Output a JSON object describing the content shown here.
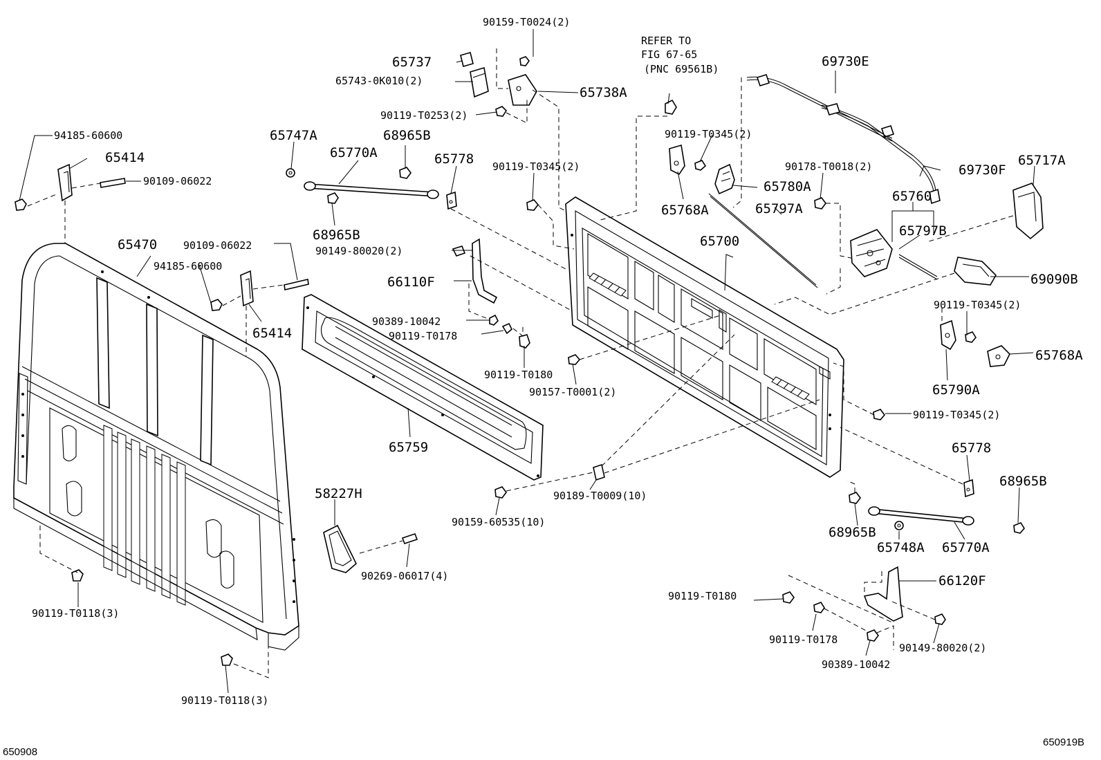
{
  "figure": {
    "code_left": "650908",
    "code_right": "650919B",
    "refer_note": [
      "REFER TO",
      "FIG 67-65",
      "(PNC 69561B)"
    ]
  },
  "labels": [
    {
      "id": "l1",
      "text": "90159-T0024(2)",
      "size": "small"
    },
    {
      "id": "l2",
      "text": "65737",
      "size": "big"
    },
    {
      "id": "l3",
      "text": "65743-0K010(2)",
      "size": "small"
    },
    {
      "id": "l4",
      "text": "65738A",
      "size": "big"
    },
    {
      "id": "l5",
      "text": "90119-T0253(2)",
      "size": "small"
    },
    {
      "id": "l6",
      "text": "94185-60600",
      "size": "small"
    },
    {
      "id": "l7",
      "text": "65414",
      "size": "big"
    },
    {
      "id": "l8",
      "text": "90109-06022",
      "size": "small"
    },
    {
      "id": "l9",
      "text": "65747A",
      "size": "big"
    },
    {
      "id": "l10",
      "text": "65770A",
      "size": "big"
    },
    {
      "id": "l11",
      "text": "68965B",
      "size": "big"
    },
    {
      "id": "l12",
      "text": "65778",
      "size": "big"
    },
    {
      "id": "l13",
      "text": "68965B",
      "size": "big"
    },
    {
      "id": "l14",
      "text": "90119-T0345(2)",
      "size": "small"
    },
    {
      "id": "l15",
      "text": "90119-T0345(2)",
      "size": "small"
    },
    {
      "id": "l16",
      "text": "65768A",
      "size": "big"
    },
    {
      "id": "l17",
      "text": "69730E",
      "size": "big"
    },
    {
      "id": "l18",
      "text": "90178-T0018(2)",
      "size": "small"
    },
    {
      "id": "l19",
      "text": "65780A",
      "size": "big"
    },
    {
      "id": "l20",
      "text": "69730F",
      "size": "big"
    },
    {
      "id": "l21",
      "text": "65717A",
      "size": "big"
    },
    {
      "id": "l22",
      "text": "65760",
      "size": "big"
    },
    {
      "id": "l23",
      "text": "65797A",
      "size": "big"
    },
    {
      "id": "l24",
      "text": "65797B",
      "size": "big"
    },
    {
      "id": "l25",
      "text": "65470",
      "size": "big"
    },
    {
      "id": "l26",
      "text": "90109-06022",
      "size": "small"
    },
    {
      "id": "l27",
      "text": "94185-60600",
      "size": "small"
    },
    {
      "id": "l28",
      "text": "65414",
      "size": "big"
    },
    {
      "id": "l29",
      "text": "90149-80020(2)",
      "size": "small"
    },
    {
      "id": "l30",
      "text": "66110F",
      "size": "big"
    },
    {
      "id": "l31",
      "text": "65700",
      "size": "big"
    },
    {
      "id": "l32",
      "text": "69090B",
      "size": "big"
    },
    {
      "id": "l33",
      "text": "90389-10042",
      "size": "small"
    },
    {
      "id": "l34",
      "text": "90119-T0178",
      "size": "small"
    },
    {
      "id": "l35",
      "text": "90119-T0180",
      "size": "small"
    },
    {
      "id": "l36",
      "text": "90157-T0001(2)",
      "size": "small"
    },
    {
      "id": "l37",
      "text": "90119-T0345(2)",
      "size": "small"
    },
    {
      "id": "l38",
      "text": "65768A",
      "size": "big"
    },
    {
      "id": "l39",
      "text": "65790A",
      "size": "big"
    },
    {
      "id": "l40",
      "text": "90119-T0345(2)",
      "size": "small"
    },
    {
      "id": "l41",
      "text": "65759",
      "size": "big"
    },
    {
      "id": "l42",
      "text": "65778",
      "size": "big"
    },
    {
      "id": "l43",
      "text": "68965B",
      "size": "big"
    },
    {
      "id": "l44",
      "text": "58227H",
      "size": "big"
    },
    {
      "id": "l45",
      "text": "90189-T0009(10)",
      "size": "small"
    },
    {
      "id": "l46",
      "text": "90159-60535(10)",
      "size": "small"
    },
    {
      "id": "l47",
      "text": "68965B",
      "size": "big"
    },
    {
      "id": "l48",
      "text": "65748A",
      "size": "big"
    },
    {
      "id": "l49",
      "text": "65770A",
      "size": "big"
    },
    {
      "id": "l50",
      "text": "90269-06017(4)",
      "size": "small"
    },
    {
      "id": "l51",
      "text": "66120F",
      "size": "big"
    },
    {
      "id": "l52",
      "text": "90119-T0118(3)",
      "size": "small"
    },
    {
      "id": "l53",
      "text": "90119-T0180",
      "size": "small"
    },
    {
      "id": "l54",
      "text": "90119-T0178",
      "size": "small"
    },
    {
      "id": "l55",
      "text": "90149-80020(2)",
      "size": "small"
    },
    {
      "id": "l56",
      "text": "90389-10042",
      "size": "small"
    },
    {
      "id": "l57",
      "text": "90119-T0118(3)",
      "size": "small"
    }
  ]
}
